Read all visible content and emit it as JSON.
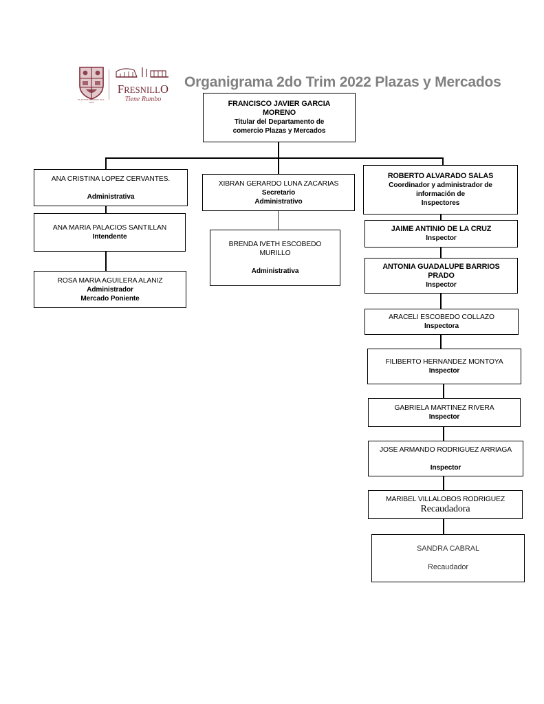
{
  "header": {
    "title": "Organigrama 2do Trim 2022 Plazas y Mercados",
    "title_color": "#808080",
    "logo": {
      "crest_name": "coat-of-arms-fresnillo",
      "crest_caption": "H. AYUNTAMIENTO 2021-2024",
      "wordmark": "FRESNILLO",
      "wordmark_part1": "F",
      "wordmark_part2": "RESNILL",
      "wordmark_part3": "O",
      "tagline": "Tiene Rumbo",
      "brand_color": "#6e2430"
    }
  },
  "chart_data": {
    "type": "org-chart",
    "title": "Organigrama 2do Trim 2022 Plazas y Mercados",
    "root": {
      "name": "FRANCISCO JAVIER GARCIA MORENO",
      "name_line1": "FRANCISCO JAVIER GARCIA",
      "name_line2": "MORENO",
      "role_line1": "Titular del Departamento de",
      "role_line2": "comercio Plazas y Mercados"
    },
    "branches": [
      {
        "id": "left",
        "nodes": [
          {
            "name": "ANA CRISTINA LOPEZ CERVANTES.",
            "role": "Administrativa"
          },
          {
            "name": "ANA MARIA PALACIOS SANTILLAN",
            "role": "Intendente"
          },
          {
            "name": "ROSA MARIA AGUILERA ALANIZ",
            "role_line1": "Administrador",
            "role_line2": "Mercado Poniente"
          }
        ]
      },
      {
        "id": "center",
        "nodes": [
          {
            "name": "XIBRAN GERARDO LUNA ZACARIAS",
            "role_line1": "Secretario",
            "role_line2": "Administrativo"
          },
          {
            "name_line1": "BRENDA IVETH ESCOBEDO",
            "name_line2": "MURILLO",
            "role": "Administrativa"
          }
        ]
      },
      {
        "id": "right",
        "nodes": [
          {
            "name": "ROBERTO ALVARADO SALAS",
            "role_line1": "Coordinador y administrador de",
            "role_line2": "información de",
            "role_line3": "Inspectores"
          },
          {
            "name": "JAIME ANTINIO DE LA CRUZ",
            "role": "Inspector"
          },
          {
            "name_line1": "ANTONIA GUADALUPE BARRIOS",
            "name_line2": "PRADO",
            "role": "Inspector"
          },
          {
            "name": "ARACELI ESCOBEDO COLLAZO",
            "role": "Inspectora"
          },
          {
            "name": "FILIBERTO HERNANDEZ MONTOYA",
            "role": "Inspector"
          },
          {
            "name": "GABRIELA MARTINEZ RIVERA",
            "role": "Inspector"
          },
          {
            "name": "JOSE ARMANDO RODRIGUEZ ARRIAGA",
            "role": "Inspector"
          },
          {
            "name": "MARIBEL VILLALOBOS RODRIGUEZ",
            "role": "Recaudadora"
          },
          {
            "name": "SANDRA CABRAL",
            "role": "Recaudador"
          }
        ]
      }
    ]
  }
}
